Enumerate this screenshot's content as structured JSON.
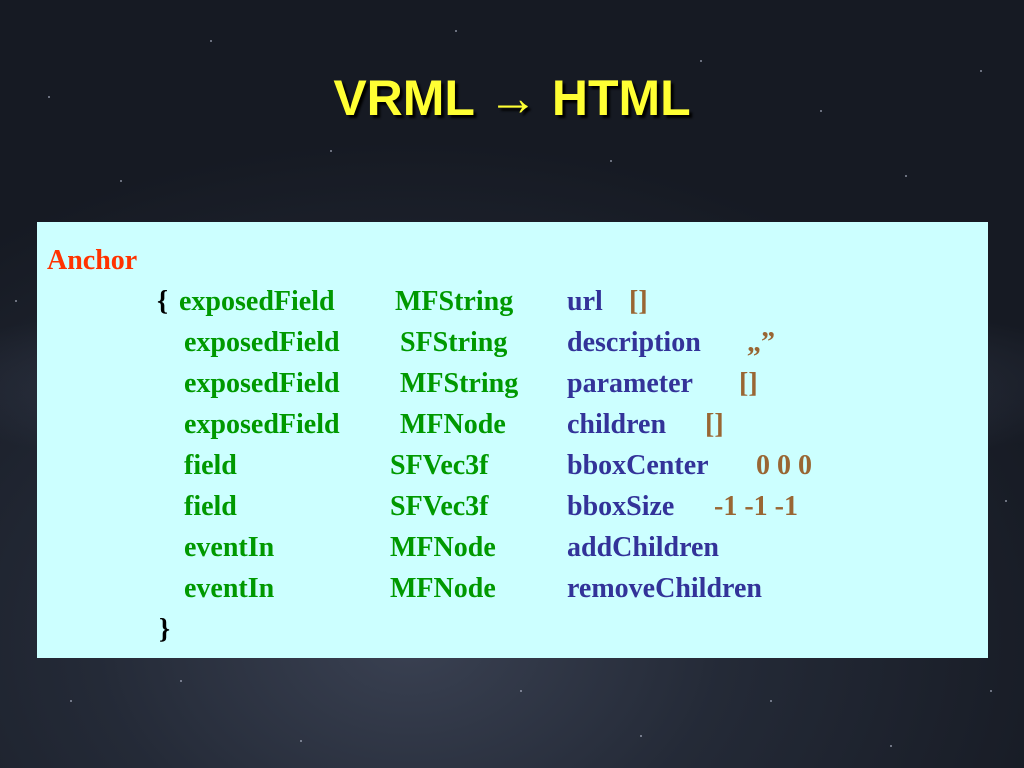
{
  "title": "VRML → HTML",
  "node": {
    "name": "Anchor",
    "open_brace": "{",
    "close_brace": "}",
    "fields": [
      {
        "kind": "exposedField",
        "type": "MFString",
        "name": "url",
        "default": "[]"
      },
      {
        "kind": "exposedField",
        "type": "SFString",
        "name": "description",
        "default": "„”"
      },
      {
        "kind": "exposedField",
        "type": "MFString",
        "name": "parameter",
        "default": "[]"
      },
      {
        "kind": "exposedField",
        "type": "MFNode",
        "name": "children",
        "default": "[]"
      },
      {
        "kind": "field",
        "type": "SFVec3f",
        "name": "bboxCenter",
        "default": "0 0 0"
      },
      {
        "kind": "field",
        "type": "SFVec3f",
        "name": "bboxSize",
        "default": "-1 -1 -1"
      },
      {
        "kind": "eventIn",
        "type": "MFNode",
        "name": "addChildren",
        "default": ""
      },
      {
        "kind": "eventIn",
        "type": "MFNode",
        "name": "removeChildren",
        "default": ""
      }
    ]
  },
  "colors": {
    "title": "#ffff33",
    "box_background": "#ccffff",
    "node_name": "#ff3300",
    "kind_and_type": "#009900",
    "field_name": "#333399",
    "default_value": "#996633"
  }
}
